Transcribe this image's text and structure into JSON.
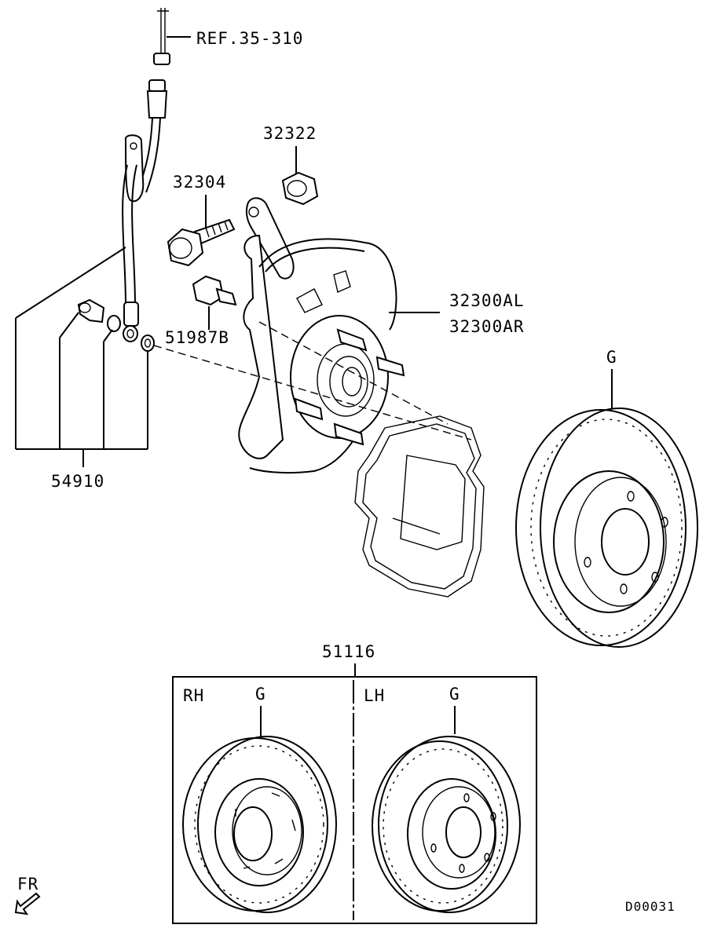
{
  "labels": {
    "ref": "REF.35-310",
    "part_32322": "32322",
    "part_32304": "32304",
    "part_32300al": "32300AL",
    "part_32300ar": "32300AR",
    "part_51987b": "51987B",
    "part_54910": "54910",
    "g_main": "G",
    "part_51116": "51116",
    "rh": "RH",
    "lh": "LH",
    "g_rh": "G",
    "g_lh": "G",
    "fr": "FR",
    "doc_code": "D00031"
  }
}
